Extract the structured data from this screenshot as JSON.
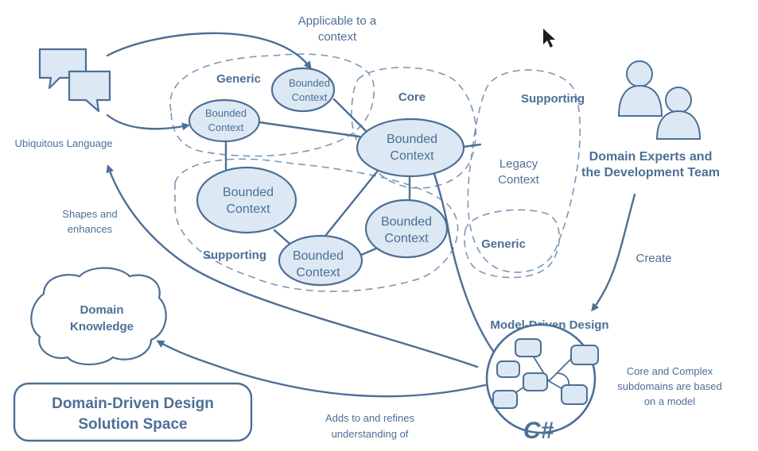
{
  "colors": {
    "ink": "#4d6f96",
    "fill": "#dce8f4",
    "dash": "#7d97b5"
  },
  "labels": {
    "applicable": [
      "Applicable to a",
      "context"
    ],
    "ubiquitous": "Ubiquitous Language",
    "shapes": [
      "Shapes and",
      "enhances"
    ],
    "domain_knowledge": [
      "Domain",
      "Knowledge"
    ],
    "dds": [
      "Domain-Driven Design",
      "Solution Space"
    ],
    "adds": [
      "Adds to and refines",
      "understanding of"
    ],
    "experts": [
      "Domain Experts and",
      "the Development Team"
    ],
    "create": "Create",
    "mdd": "Model-Driven Design",
    "core_complex": [
      "Core and Complex",
      "subdomains are based",
      "on a model"
    ],
    "csharp": "C#"
  },
  "regions": {
    "generic_top": "Generic",
    "core": "Core",
    "supporting_left": "Supporting",
    "supporting_right": "Supporting",
    "generic_right": "Generic"
  },
  "contexts": {
    "bc_top": [
      "Bounded",
      "Context"
    ],
    "bc_left": [
      "Bounded",
      "Context"
    ],
    "bc_core": [
      "Bounded",
      "Context"
    ],
    "bc_mid": [
      "Bounded",
      "Context"
    ],
    "bc_bottom_mid": [
      "Bounded",
      "Context"
    ],
    "bc_bottom_right": [
      "Bounded",
      "Context"
    ],
    "legacy": [
      "Legacy",
      "Context"
    ]
  },
  "icons": [
    "speech-bubbles-icon",
    "people-icon",
    "cloud-icon",
    "mouse-cursor-icon"
  ]
}
